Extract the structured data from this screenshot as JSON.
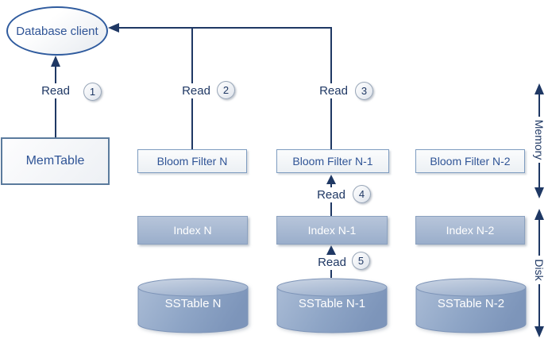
{
  "nodes": {
    "client": "Database client",
    "memtable": "MemTable",
    "bloom_filters": [
      "Bloom Filter N",
      "Bloom Filter N-1",
      "Bloom Filter N-2"
    ],
    "indexes": [
      "Index N",
      "Index N-1",
      "Index N-2"
    ],
    "sstables": [
      "SSTable N",
      "SSTable N-1",
      "SSTable N-2"
    ]
  },
  "reads": [
    {
      "label": "Read",
      "step": "1"
    },
    {
      "label": "Read",
      "step": "2"
    },
    {
      "label": "Read",
      "step": "3"
    },
    {
      "label": "Read",
      "step": "4"
    },
    {
      "label": "Read",
      "step": "5"
    }
  ],
  "zones": {
    "memory": "Memory",
    "disk": "Disk"
  },
  "colors": {
    "connector": "#1F3864",
    "node_text_blue": "#2F5496",
    "strong_border_blue": "#2F5B9E",
    "light_border_blue": "#7E9CC0",
    "index_fill": "#9AAECB",
    "cylinder_fill": "#8BA2C4",
    "label_navy": "#1F3864"
  }
}
